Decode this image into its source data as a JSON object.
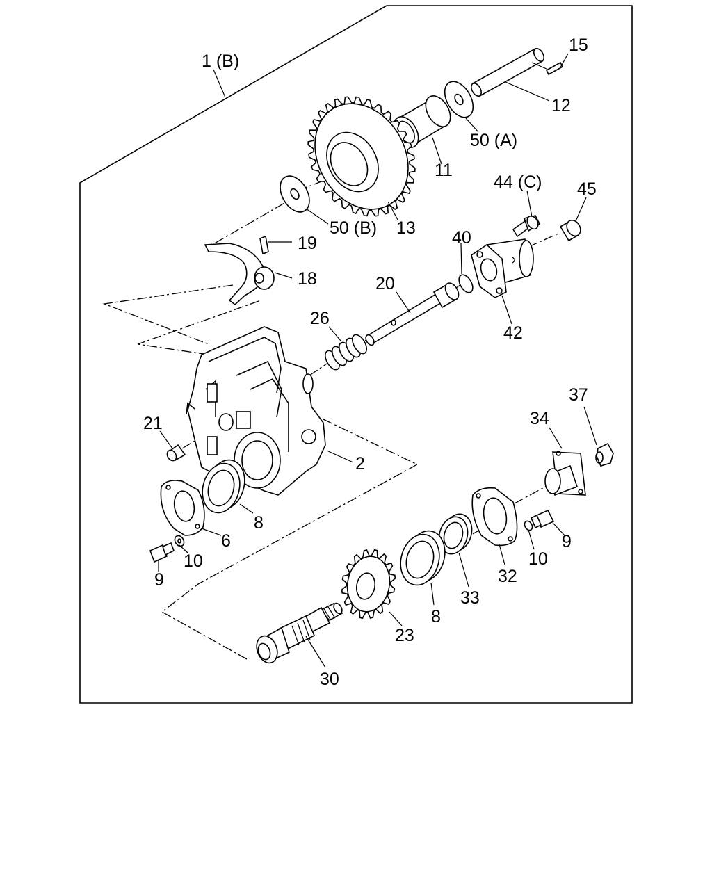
{
  "diagram": {
    "labels": {
      "assembly": "1 (B)",
      "p15": "15",
      "p12": "12",
      "p50a": "50 (A)",
      "p11": "11",
      "p44c": "44 (C)",
      "p45": "45",
      "p50b": "50 (B)",
      "p13": "13",
      "p19": "19",
      "p18": "18",
      "p40": "40",
      "p20": "20",
      "p42": "42",
      "p26": "26",
      "p37": "37",
      "p34": "34",
      "p21": "21",
      "p2": "2",
      "p8a": "8",
      "p6": "6",
      "p10a": "10",
      "p9a": "9",
      "p10b": "10",
      "p9b": "9",
      "p32": "32",
      "p33": "33",
      "p8b": "8",
      "p23": "23",
      "p30": "30"
    },
    "parts": [
      {
        "id": "assembly-frame",
        "icon": "frame-outline"
      },
      {
        "id": "cotter-pin-15",
        "icon": "pin-icon"
      },
      {
        "id": "shaft-12",
        "icon": "shaft-icon"
      },
      {
        "id": "washer-50a",
        "icon": "washer-icon"
      },
      {
        "id": "bearing-11",
        "icon": "needle-bearing-icon"
      },
      {
        "id": "gear-13",
        "icon": "gear-icon"
      },
      {
        "id": "washer-50b",
        "icon": "washer-icon"
      },
      {
        "id": "shift-fork-18",
        "icon": "fork-icon"
      },
      {
        "id": "pin-19",
        "icon": "pin-icon"
      },
      {
        "id": "rod-20",
        "icon": "rod-icon"
      },
      {
        "id": "o-ring-40",
        "icon": "o-ring-icon"
      },
      {
        "id": "cover-42",
        "icon": "cover-icon"
      },
      {
        "id": "bolt-44c",
        "icon": "bolt-icon"
      },
      {
        "id": "plug-45",
        "icon": "plug-icon"
      },
      {
        "id": "spring-26",
        "icon": "spring-icon"
      },
      {
        "id": "case-2",
        "icon": "housing-icon"
      },
      {
        "id": "plug-21",
        "icon": "plug-icon"
      },
      {
        "id": "bearing-8",
        "icon": "bearing-icon"
      },
      {
        "id": "gasket-6",
        "icon": "gasket-icon"
      },
      {
        "id": "bolt-9",
        "icon": "bolt-icon"
      },
      {
        "id": "washer-10",
        "icon": "washer-icon"
      },
      {
        "id": "cover-34",
        "icon": "cover-icon"
      },
      {
        "id": "nut-37",
        "icon": "nut-icon"
      },
      {
        "id": "gasket-32",
        "icon": "gasket-icon"
      },
      {
        "id": "oil-seal-33",
        "icon": "seal-icon"
      },
      {
        "id": "gear-23",
        "icon": "gear-icon"
      },
      {
        "id": "shaft-30",
        "icon": "shaft-icon"
      }
    ]
  }
}
